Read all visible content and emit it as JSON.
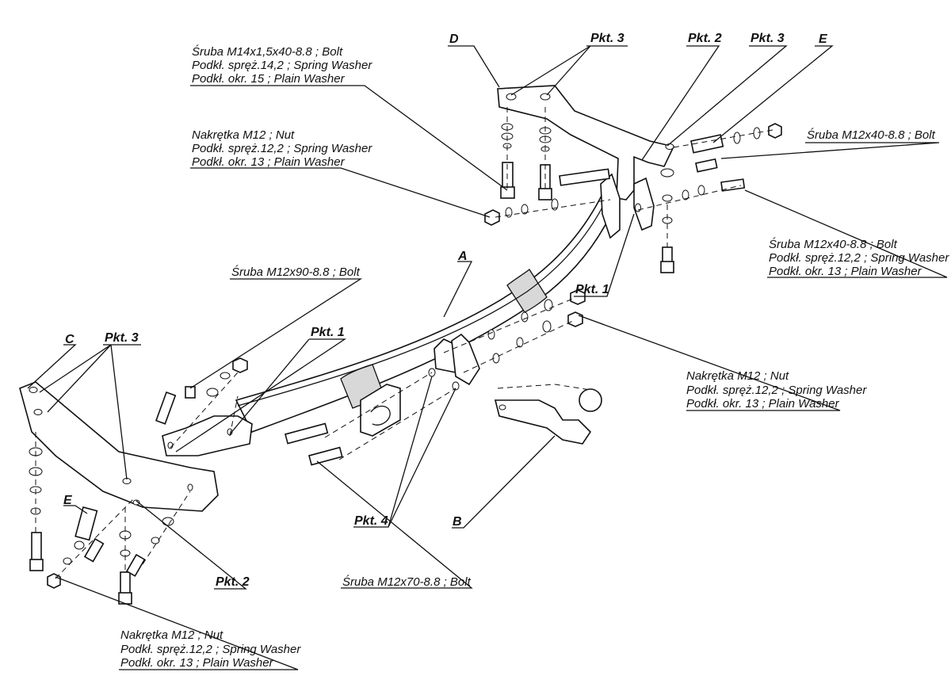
{
  "labels": {
    "D": "D",
    "E_top": "E",
    "A": "A",
    "B": "B",
    "C": "C",
    "E_left": "E",
    "pkt3_a": "Pkt. 3",
    "pkt2_a": "Pkt. 2",
    "pkt3_b": "Pkt. 3",
    "pkt1_a": "Pkt. 1",
    "pkt1_b": "Pkt. 1",
    "pkt3_c": "Pkt. 3",
    "pkt4": "Pkt. 4",
    "pkt2_b": "Pkt. 2"
  },
  "callouts": {
    "top_left_bolt": {
      "line1": "Śruba M14x1,5x40-8.8 ;  Bolt",
      "line2": "Podkł. spręż.14,2 ; Spring Washer",
      "line3": "Podkł. okr. 15 ; Plain Washer"
    },
    "top_nut": {
      "line1": "Nakrętka  M12 ; Nut",
      "line2": "Podkł. spręż.12,2 ; Spring Washer",
      "line3": "Podkł. okr. 13 ; Plain Washer"
    },
    "right_top_bolt": {
      "line1": "Śruba M12x40-8.8 ;  Bolt"
    },
    "right_bolt": {
      "line1": "Śruba M12x40-8.8 ;  Bolt",
      "line2": "Podkł. spręż.12,2 ; Spring Washer",
      "line3": "Podkł. okr. 13 ; Plain Washer"
    },
    "m12x90": {
      "line1": "Śruba M12x90-8.8 ;  Bolt"
    },
    "mid_nut": {
      "line1": "Nakrętka  M12 ; Nut",
      "line2": "Podkł. spręż.12,2 ; Spring Washer",
      "line3": "Podkł. okr. 13 ; Plain Washer"
    },
    "m12x70": {
      "line1": "Śruba M12x70-8.8 ;  Bolt"
    },
    "bottom_nut": {
      "line1": "Nakrętka  M12 ; Nut",
      "line2": "Podkł. spręż.12,2 ; Spring Washer",
      "line3": "Podkł. okr. 13 ; Plain Washer"
    }
  }
}
